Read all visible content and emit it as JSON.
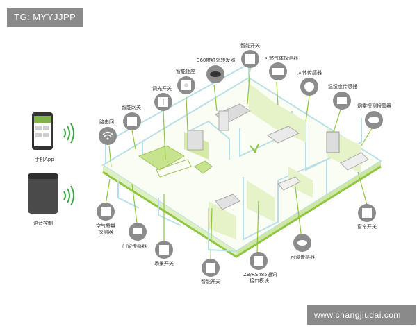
{
  "watermark_top": "TG: MYYJJPP",
  "watermark_bottom": "www.changjiudai.com",
  "colors": {
    "green": "#8dc63f",
    "light_green": "#e6f2c8",
    "wall": "#b9e0e8",
    "circle": "#8c8c8c"
  },
  "left_devices": [
    {
      "label": "手机App",
      "icon": "phone-icon"
    },
    {
      "label": "语音控制",
      "icon": "speaker-icon"
    }
  ],
  "devices": [
    {
      "label": "路由网",
      "icon": "wifi-icon"
    },
    {
      "label": "智能网关",
      "icon": "gateway-icon"
    },
    {
      "label": "调光开关",
      "icon": "dimmer-switch-icon"
    },
    {
      "label": "智能插座",
      "icon": "socket-icon"
    },
    {
      "label": "360度红外转发器",
      "icon": "ir-blaster-icon"
    },
    {
      "label": "智能开关",
      "icon": "switch-icon"
    },
    {
      "label": "可燃气体探测器",
      "icon": "gas-detector-icon"
    },
    {
      "label": "人体传感器",
      "icon": "motion-sensor-icon"
    },
    {
      "label": "温湿度传感器",
      "icon": "thermo-sensor-icon"
    },
    {
      "label": "烟雾探测报警器",
      "icon": "smoke-alarm-icon"
    },
    {
      "label": "窗帘开关",
      "icon": "curtain-switch-icon"
    },
    {
      "label": "水浸传感器",
      "icon": "water-sensor-icon"
    },
    {
      "label": "ZB/RS485通讯",
      "label2": "接口模块",
      "icon": "zb-module-icon"
    },
    {
      "label": "智能开关",
      "icon": "switch-icon"
    },
    {
      "label": "场景开关",
      "icon": "scene-switch-icon"
    },
    {
      "label": "门窗传感器",
      "icon": "door-sensor-icon"
    },
    {
      "label": "空气质量",
      "label2": "探测器",
      "icon": "air-quality-icon"
    }
  ]
}
